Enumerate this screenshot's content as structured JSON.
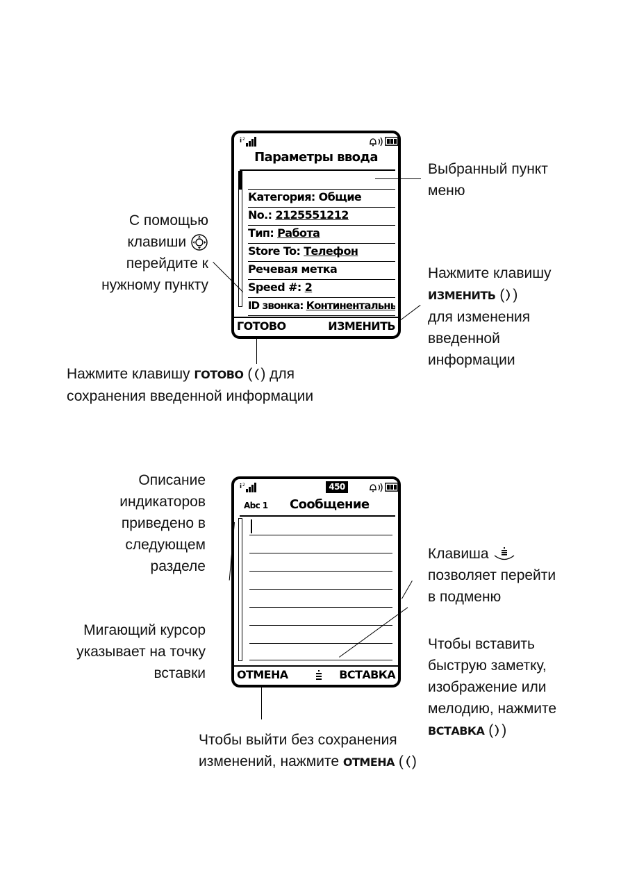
{
  "screen1": {
    "title": "Параметры ввода",
    "rows": [
      {
        "label": "Категория: Общие"
      },
      {
        "label": "No.: ",
        "value": "2125551212"
      },
      {
        "label": "Тип: ",
        "value": "Работа"
      },
      {
        "label": "Store To: ",
        "value": "Телефон"
      },
      {
        "label": "Речевая метка"
      },
      {
        "label": "Speed #: ",
        "value": "2"
      },
      {
        "label": "ID звонка: ",
        "value": "Континентальный"
      }
    ],
    "softkey_left": "ГОТОВО",
    "softkey_right": "ИЗМЕНИТЬ"
  },
  "screen2": {
    "counter": "450",
    "mode": "Abc 1",
    "title": "Сообщение",
    "softkey_left": "ОТМЕНА",
    "softkey_right": "ВСТАВКА"
  },
  "callouts": {
    "selected_item": [
      "Выбранный пункт",
      "меню"
    ],
    "navigate": [
      "С помощью",
      "клавиши",
      "перейдите к",
      "нужному пункту"
    ],
    "change_pre": "Нажмите клавишу",
    "change_kw": "ИЗМЕНИТЬ",
    "change_post": [
      "для изменения",
      "введенной",
      "информации"
    ],
    "done_pre": "Нажмите клавишу",
    "done_kw": "ГОТОВО",
    "done_post": "для",
    "done_line2": "сохранения введенной информации",
    "indicators": [
      "Описание",
      "индикаторов",
      "приведено в",
      "следующем",
      "разделе"
    ],
    "cursor": [
      "Мигающий курсор",
      "указывает на точку",
      "вставки"
    ],
    "submenu_pre": "Клавиша",
    "submenu_post": [
      "позволяет перейти",
      "в подменю"
    ],
    "insert": [
      "Чтобы вставить",
      "быструю заметку,",
      "изображение или",
      "мелодию, нажмите"
    ],
    "insert_kw": "ВСТАВКА",
    "cancel_line1": "Чтобы выйти без сохранения",
    "cancel_pre": "изменений, нажмите",
    "cancel_kw": "ОТМЕНА"
  }
}
